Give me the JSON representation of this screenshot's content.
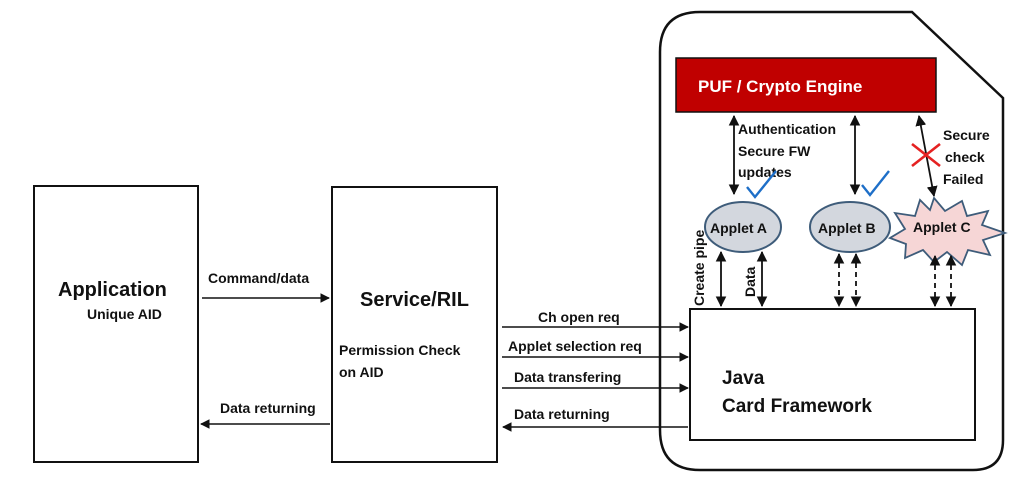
{
  "application": {
    "title": "Application",
    "subtitle": "Unique AID"
  },
  "service": {
    "title": "Service/RIL",
    "note_line1": "Permission Check",
    "note_line2": "on AID"
  },
  "app_service_links": {
    "command": "Command/data",
    "returning": "Data returning"
  },
  "service_jcf_links": {
    "ch_open": "Ch open req",
    "applet_selection": "Applet selection req",
    "data_transfer": "Data transfering",
    "data_returning": "Data returning"
  },
  "puf": {
    "title": "PUF / Crypto Engine"
  },
  "auth_note": {
    "line1": "Authentication",
    "line2": "Secure FW",
    "line3": "updates"
  },
  "secure_note": {
    "line1": "Secure",
    "line2": "check",
    "line3": "Failed"
  },
  "applets": {
    "a": "Applet A",
    "b": "Applet B",
    "c": "Applet C"
  },
  "applet_a_links": {
    "create_pipe": "Create pipe",
    "data": "Data"
  },
  "jcf": {
    "line1": "Java",
    "line2": "Card Framework"
  },
  "colors": {
    "puf_fill": "#C00000",
    "applet_fill": "#D3D7DE",
    "applet_stroke": "#3E5C7A",
    "starburst_fill": "#F6D6D6",
    "check": "#1E6FC8",
    "cross": "#E52222"
  }
}
